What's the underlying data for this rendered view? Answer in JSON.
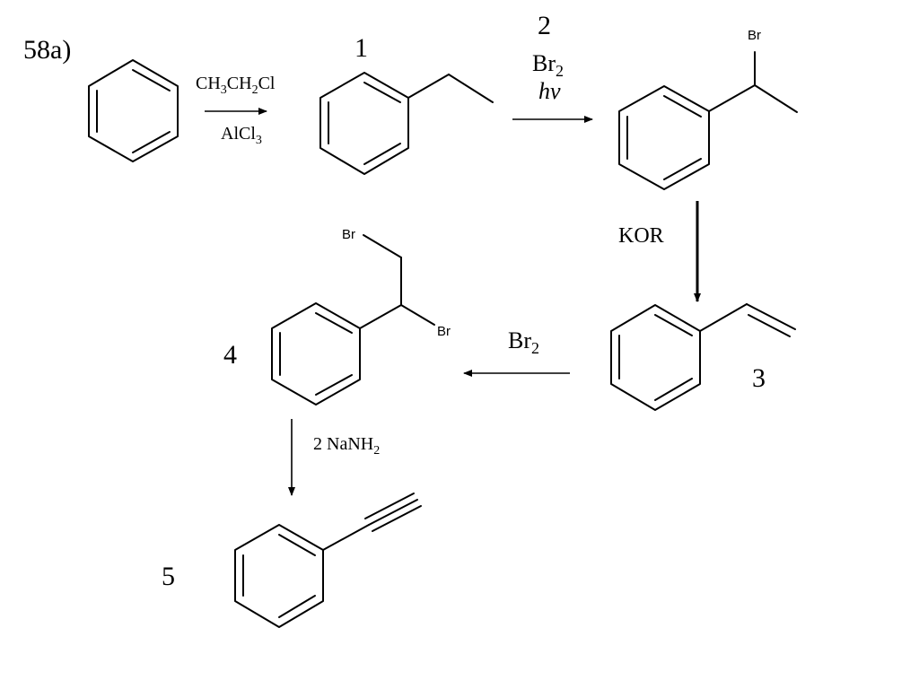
{
  "problem_label": "58a)",
  "compound_numbers": {
    "c1": "1",
    "c2": "2",
    "c3": "3",
    "c4": "4",
    "c5": "5"
  },
  "steps": {
    "step1": {
      "reagent_top": {
        "main": "CH",
        "s1": "3",
        "m2": "CH",
        "s2": "2",
        "m3": "Cl"
      },
      "reagent_bottom": {
        "main": "AlCl",
        "sub": "3"
      }
    },
    "step2": {
      "reagent_top": {
        "main": "Br",
        "sub": "2"
      },
      "reagent_bottom": "hv"
    },
    "step3": {
      "reagent": "KOR"
    },
    "step4": {
      "reagent": {
        "main": "Br",
        "sub": "2"
      }
    },
    "step5": {
      "reagent": {
        "main": "2 NaNH",
        "sub": "2"
      }
    }
  },
  "atom_labels": {
    "br_a": "Br",
    "br_b": "Br",
    "br_c": "Br"
  }
}
